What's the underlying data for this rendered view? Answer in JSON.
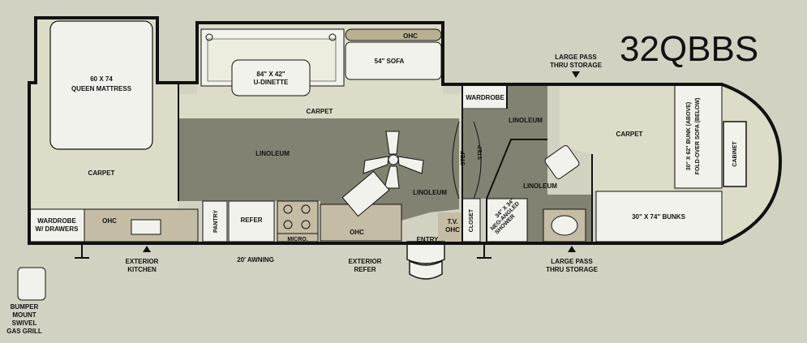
{
  "model": "32QBBS",
  "labels": {
    "queen_mattress_1": "60 X 74",
    "queen_mattress_2": "QUEEN MATTRESS",
    "carpet_bedroom": "CARPET",
    "wardrobe_drawers_1": "WARDROBE",
    "wardrobe_drawers_2": "W/ DRAWERS",
    "ohc_rear": "OHC",
    "exterior_kitchen_1": "EXTERIOR",
    "exterior_kitchen_2": "KITCHEN",
    "bumper_grill_1": "BUMPER",
    "bumper_grill_2": "MOUNT",
    "bumper_grill_3": "SWIVEL",
    "bumper_grill_4": "GAS GRILL",
    "u_dinette_1": "84\" X 42\"",
    "u_dinette_2": "U-DINETTE",
    "ohc_sofa": "OHC",
    "sofa": "54\" SOFA",
    "carpet_slide": "CARPET",
    "linoleum_main": "LINOLEUM",
    "pantry": "PANTRY",
    "refer": "REFER",
    "micro": "MICRO.",
    "ohc_kitchen": "OHC",
    "awning": "20' AWNING",
    "exterior_refer_1": "EXTERIOR",
    "exterior_refer_2": "REFER",
    "linoleum_entry": "LINOLEUM",
    "step_1": "STEP",
    "step_2": "STEP",
    "tv_ohc_1": "T.V.",
    "tv_ohc_2": "OHC",
    "entry": "ENTRY",
    "closet": "CLOSET",
    "wardrobe_front": "WARDROBE",
    "linoleum_hall": "LINOLEUM",
    "linoleum_bath": "LINOLEUM",
    "shower_1": "34\" X 34\"",
    "shower_2": "NEO-ANGLED",
    "shower_3": "SHOWER",
    "large_pass_top_1": "LARGE PASS",
    "large_pass_top_2": "THRU STORAGE",
    "large_pass_bottom_1": "LARGE PASS",
    "large_pass_bottom_2": "THRU STORAGE",
    "carpet_bunkroom": "CARPET",
    "bunk_sofa_1": "30\" X 62\" BUNK (ABOVE)",
    "bunk_sofa_2": "FOLD-OVER SOFA (BELOW)",
    "cabinet": "CABINET",
    "bunks": "30\" X 74\" BUNKS"
  },
  "colors": {
    "background": "#d2d2c2",
    "wall": "#111111",
    "carpet": "#dcdcc8",
    "linoleum": "#828272",
    "counter": "#c4bca4",
    "fixture": "#f2f2ec"
  }
}
